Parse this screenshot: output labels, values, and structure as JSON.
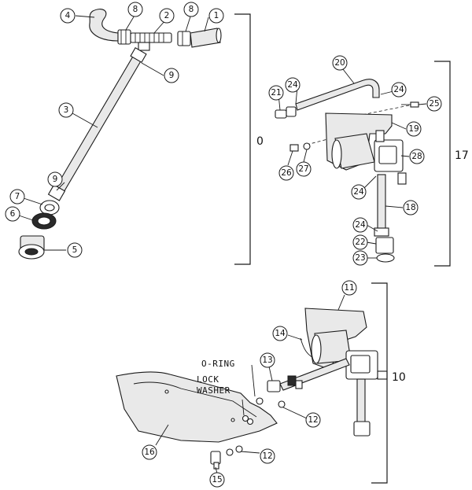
{
  "balloons": {
    "b1": "1",
    "b2": "2",
    "b3": "3",
    "b4": "4",
    "b5": "5",
    "b6": "6",
    "b7": "7",
    "b8a": "8",
    "b8b": "8",
    "b9a": "9",
    "b9b": "9",
    "b11": "11",
    "b12a": "12",
    "b12b": "12",
    "b13": "13",
    "b14": "14",
    "b15": "15",
    "b16": "16",
    "b18": "18",
    "b19": "19",
    "b20": "20",
    "b21": "21",
    "b22": "22",
    "b23": "23",
    "b24a": "24",
    "b24b": "24",
    "b24c": "24",
    "b24d": "24",
    "b25": "25",
    "b26": "26",
    "b27": "27",
    "b28": "28"
  },
  "groups": {
    "g0": "0",
    "g17": "17",
    "g10": "10"
  },
  "notes": {
    "oring": "O-RING",
    "lock_line1": "LOCK",
    "lock_line2": "WASHER"
  }
}
